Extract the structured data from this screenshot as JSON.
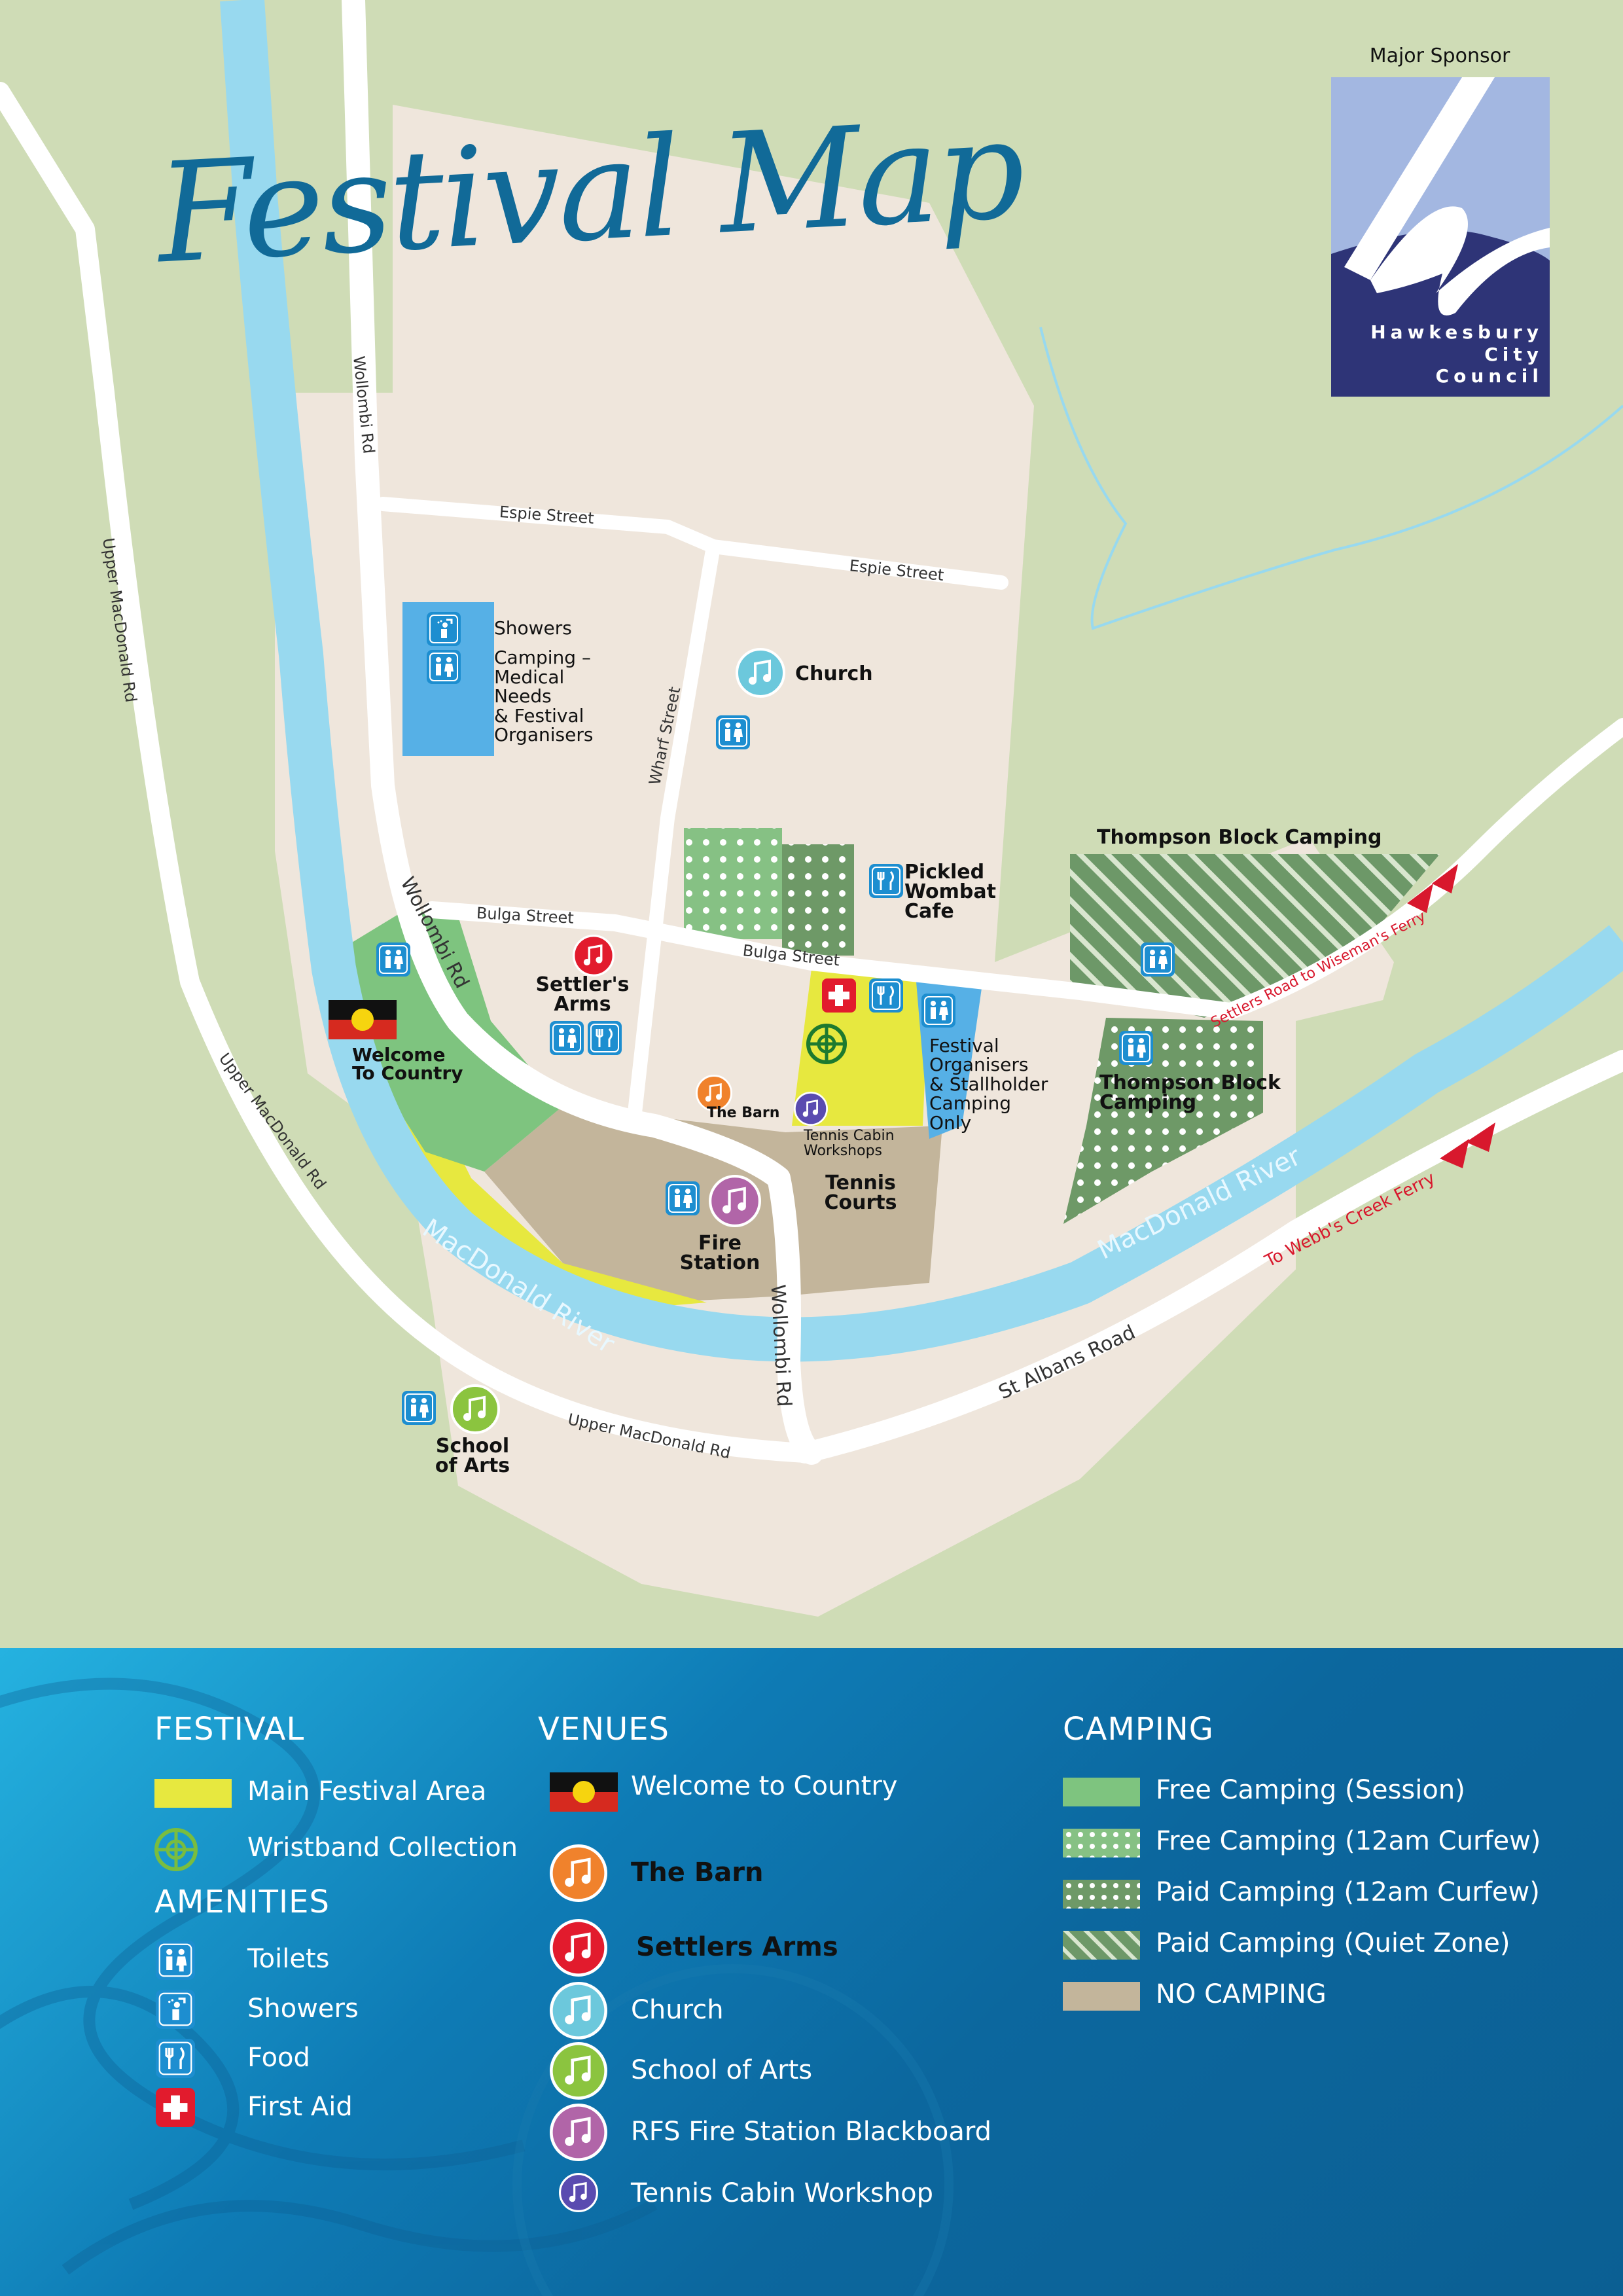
{
  "title": "Festival Map",
  "sponsor": {
    "label": "Major Sponsor",
    "name_lines": [
      "Hawkesbury",
      "City",
      "Council"
    ]
  },
  "colors": {
    "grass": "#cfdcb6",
    "land": "#efe6dc",
    "river": "#98d9ef",
    "road": "#ffffff",
    "main_festival_area": "#e7e83f",
    "free_camping_session": "#7ec47f",
    "free_camping_12am": "#86c184",
    "paid_camping_12am": "#6e9967",
    "paid_camping_quiet": "#6d9868",
    "no_camping": "#c3b59b",
    "organisers_zone": "#56b0e6",
    "legend_bg": "#0d6aa1",
    "title": "#116a98"
  },
  "roads": {
    "wollombi_top": "Wollombi Rd",
    "wollombi_mid": "Wollombi Rd",
    "wollombi_bottom": "Wollombi Rd",
    "espie_1": "Espie Street",
    "espie_2": "Espie Street",
    "wharf": "Wharf Street",
    "bulga_1": "Bulga Street",
    "bulga_2": "Bulga Street",
    "upper_macdonald_1": "Upper MacDonald Rd",
    "upper_macdonald_2": "Upper MacDonald Rd",
    "upper_macdonald_3": "Upper MacDonald Rd",
    "st_albans": "St Albans Road",
    "settlers_ferry": "Settlers Road to Wiseman's Ferry",
    "webbs_ferry": "To Webb's Creek Ferry"
  },
  "rivers": {
    "left": "MacDonald River",
    "right": "MacDonald River"
  },
  "places": {
    "church": "Church",
    "pickled_wombat": [
      "Pickled",
      "Wombat",
      "Cafe"
    ],
    "thompson_camp_top": "Thompson Block Camping",
    "thompson_camp_lower": [
      "Thompson Block",
      "Camping"
    ],
    "settlers_arms": [
      "Settler's",
      "Arms"
    ],
    "welcome": [
      "Welcome",
      "To Country"
    ],
    "the_barn": "The Barn",
    "tennis_cabin": [
      "Tennis Cabin",
      "Workshops"
    ],
    "tennis_courts": [
      "Tennis",
      "Courts"
    ],
    "fire_station": [
      "Fire",
      "Station"
    ],
    "school_of_arts": [
      "School",
      "of Arts"
    ],
    "showers_block": {
      "showers": "Showers",
      "camping": [
        "Camping –",
        "Medical",
        "Needs",
        "& Festival",
        "Organisers"
      ]
    },
    "organisers_block": [
      "Festival",
      "Organisers",
      "& Stallholder",
      "Camping",
      "Only"
    ]
  },
  "legend": {
    "festival": {
      "heading": "FESTIVAL",
      "items": [
        "Main Festival Area",
        "Wristband Collection"
      ]
    },
    "amenities": {
      "heading": "AMENITIES",
      "items": [
        "Toilets",
        "Showers",
        "Food",
        "First Aid"
      ]
    },
    "venues": {
      "heading": "VENUES",
      "items": [
        {
          "label": "Welcome to Country",
          "icon": "aboriginal-flag-icon"
        },
        {
          "label": "The Barn",
          "icon": "music-note-icon",
          "color": "#f0822c"
        },
        {
          "label": "Settlers Arms",
          "icon": "music-note-icon",
          "color": "#e21b2d"
        },
        {
          "label": "Church",
          "icon": "music-note-icon",
          "color": "#6cc8dc"
        },
        {
          "label": "School of Arts",
          "icon": "music-note-icon",
          "color": "#8bc43f"
        },
        {
          "label": "RFS  Fire Station Blackboard",
          "icon": "music-note-icon",
          "color": "#b165a8"
        },
        {
          "label": "Tennis Cabin Workshop",
          "icon": "music-note-icon",
          "color": "#5a4bb0"
        }
      ]
    },
    "camping": {
      "heading": "CAMPING",
      "items": [
        "Free Camping (Session)",
        "Free Camping (12am Curfew)",
        "Paid Camping (12am Curfew)",
        "Paid Camping (Quiet Zone)",
        "NO CAMPING"
      ]
    }
  }
}
